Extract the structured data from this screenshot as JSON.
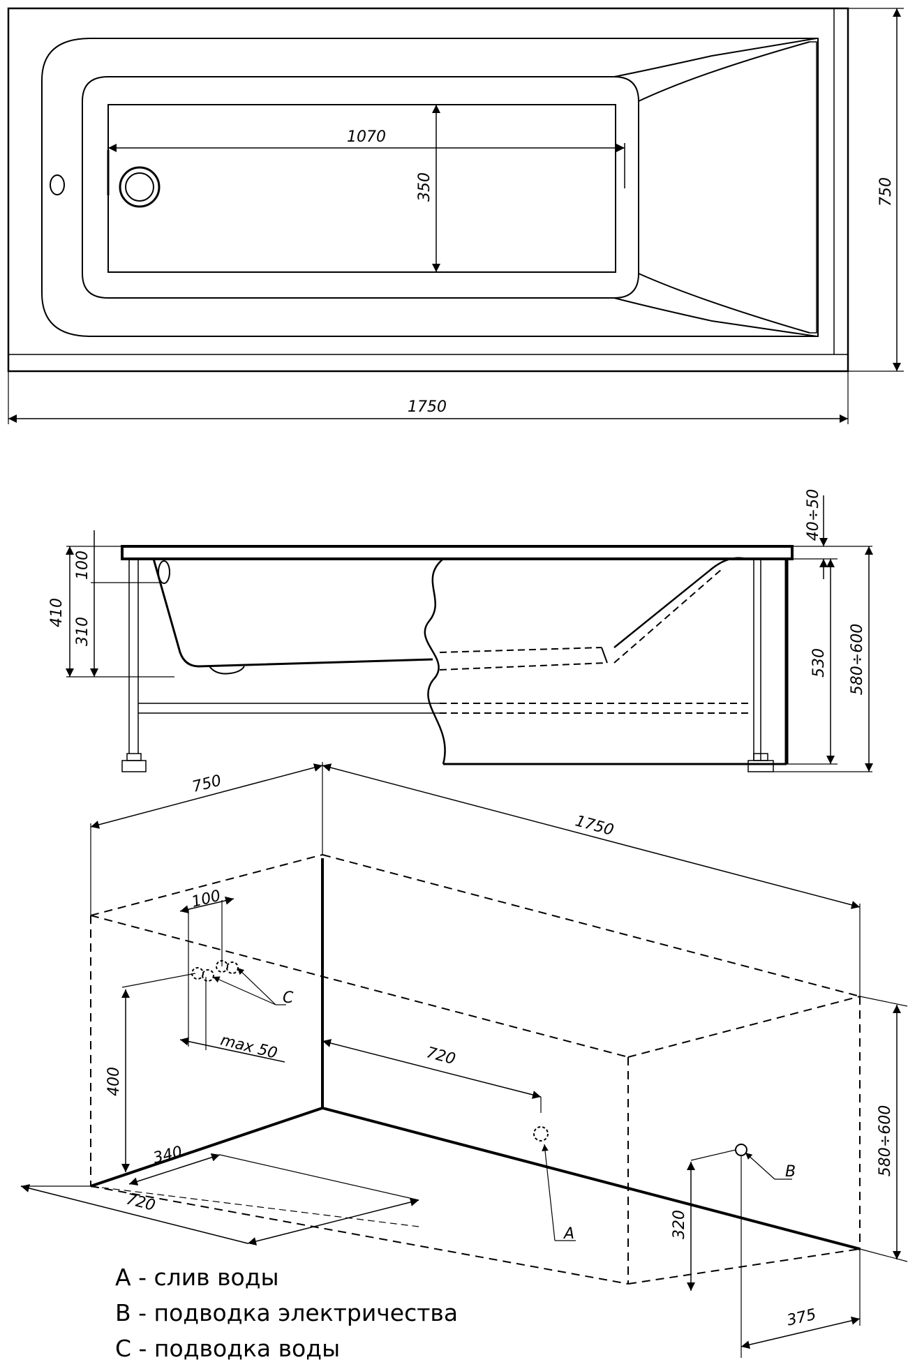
{
  "top_view": {
    "length": "1750",
    "width": "750",
    "inner_length": "1070",
    "inner_width": "350"
  },
  "side_view": {
    "rim": "40÷50",
    "depth_total": "410",
    "depth_upper": "100",
    "depth_lower": "310",
    "panel_height": "530",
    "total_height": "580÷600"
  },
  "iso_view": {
    "width": "750",
    "length": "1750",
    "pipe_spacing": "100",
    "pipe_offset": "max 50",
    "water_height": "400",
    "drain_offset": "720",
    "floor_offset_a": "340",
    "floor_offset_b": "720",
    "power_height": "320",
    "power_offset": "375",
    "height": "580÷600",
    "label_a": "A",
    "label_b": "B",
    "label_c": "C"
  },
  "legend": [
    "A - слив воды",
    "B - подводка электричества",
    "C - подводка воды"
  ]
}
